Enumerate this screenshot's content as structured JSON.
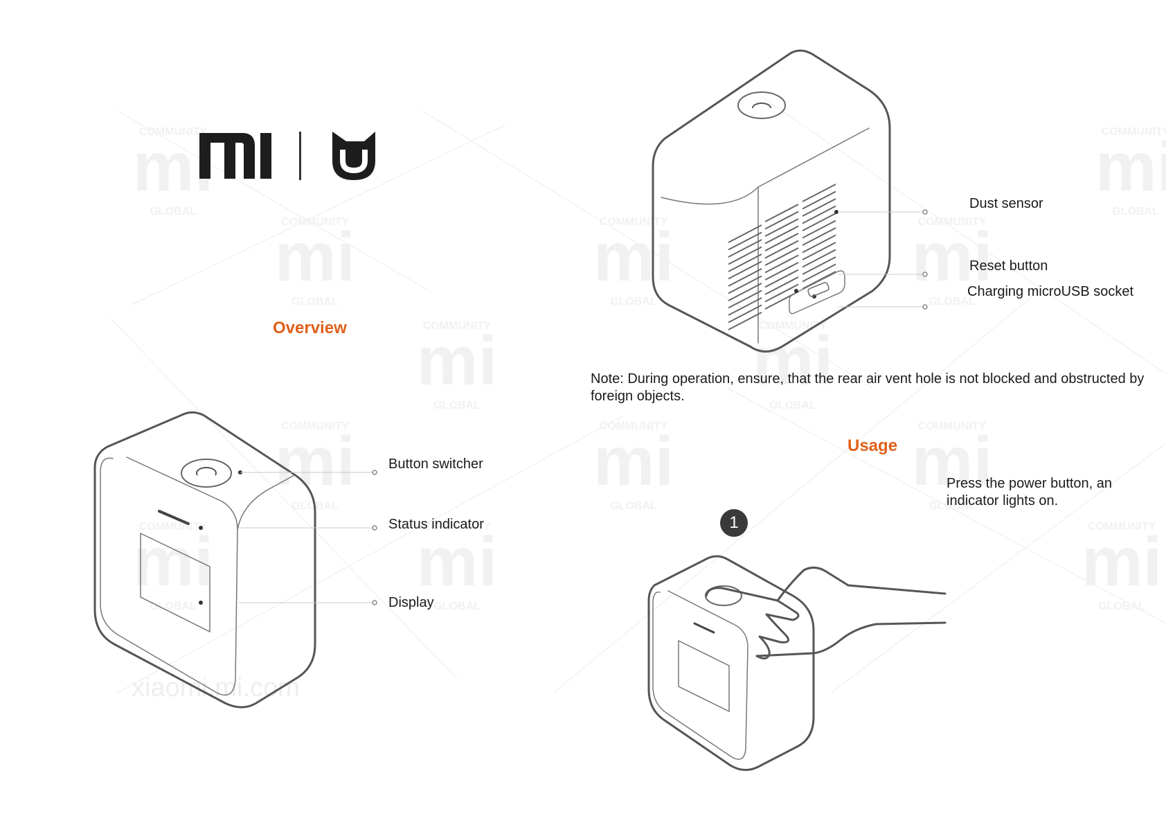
{
  "watermark": {
    "big": "mi",
    "top": "COMMUNITY",
    "bottom": "GLOBAL",
    "url": "xiaomi.mi.com"
  },
  "colors": {
    "accent": "#e0601a",
    "ink": "#1a1a1a",
    "line": "#555555"
  },
  "brand": {
    "logo_icon": "mi-logo-icon",
    "mijia_icon": "mijia-logo-icon"
  },
  "overview": {
    "heading": "Overview",
    "labels": {
      "button_switcher": "Button switcher",
      "status_indicator": "Status indicator",
      "display": "Display"
    }
  },
  "rear": {
    "labels": {
      "dust_sensor": "Dust sensor",
      "reset_button": "Reset button",
      "charging_socket": "Charging microUSB socket"
    }
  },
  "note": "Note: During operation, ensure, that the rear air vent hole is not blocked and obstructed by foreign objects.",
  "usage": {
    "heading": "Usage",
    "step_number": "1",
    "instruction": "Press the power button, an indicator lights on."
  }
}
